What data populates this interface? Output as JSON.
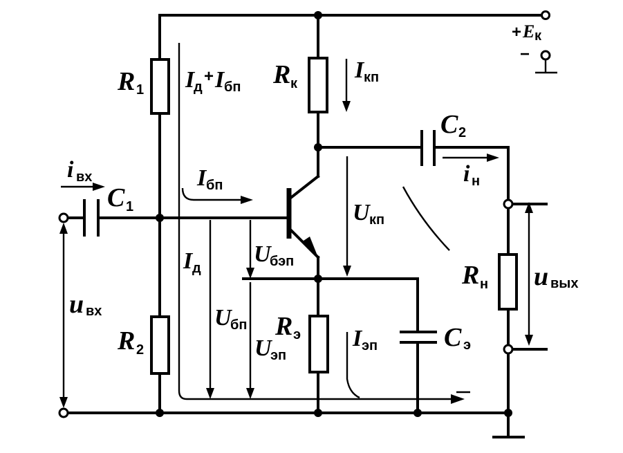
{
  "labels": {
    "supply_plus": "+",
    "supply_e": "E",
    "supply_e_sub": "к",
    "supply_minus": "−",
    "r1": "R",
    "r1_sub": "1",
    "r2": "R",
    "r2_sub": "2",
    "rk": "R",
    "rk_sub": "к",
    "re": "R",
    "re_sub": "э",
    "rn": "R",
    "rn_sub": "н",
    "c1": "C",
    "c1_sub": "1",
    "c2": "C",
    "c2_sub": "2",
    "ce": "C",
    "ce_sub": "э",
    "i_div_plus_base": "I",
    "i_div_plus_base_sub1": "д",
    "i_div_plus_base_plus": "+",
    "i_div_plus_base_i2": "I",
    "i_div_plus_base_sub2": "бп",
    "i_kp": "I",
    "i_kp_sub": "кп",
    "i_in": "i",
    "i_in_sub": "вх",
    "i_bp": "I",
    "i_bp_sub": "бп",
    "i_load": "i",
    "i_load_sub": "н",
    "u_kp": "U",
    "u_kp_sub": "кп",
    "u_bep": "U",
    "u_bep_sub": "бэп",
    "i_d": "I",
    "i_d_sub": "д",
    "u_bp": "U",
    "u_bp_sub": "бп",
    "u_ep": "U",
    "u_ep_sub": "эп",
    "i_ep": "I",
    "i_ep_sub": "эп",
    "u_in": "u",
    "u_in_sub": "вх",
    "u_out": "u",
    "u_out_sub": "вых"
  }
}
